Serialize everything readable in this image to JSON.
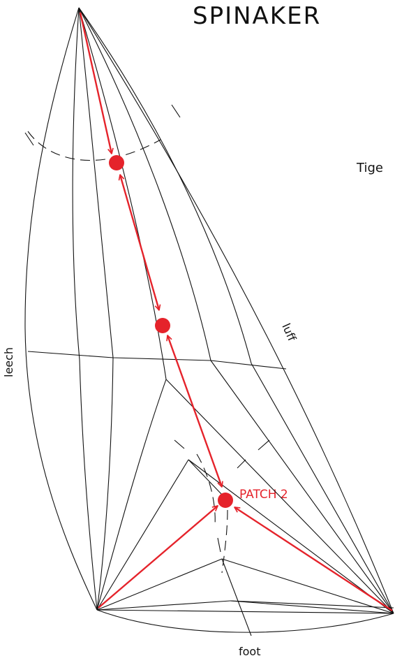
{
  "diagram": {
    "title": "SPINAKER",
    "side_note": "Tige",
    "labels": {
      "leech": "leech",
      "luff": "luff",
      "foot": "foot",
      "patch": "PATCH 2"
    },
    "colors": {
      "accent": "#e5232b",
      "line": "#111111"
    },
    "markers": [
      "upper-patch-point",
      "middle-patch-point",
      "patch-2-point"
    ]
  }
}
